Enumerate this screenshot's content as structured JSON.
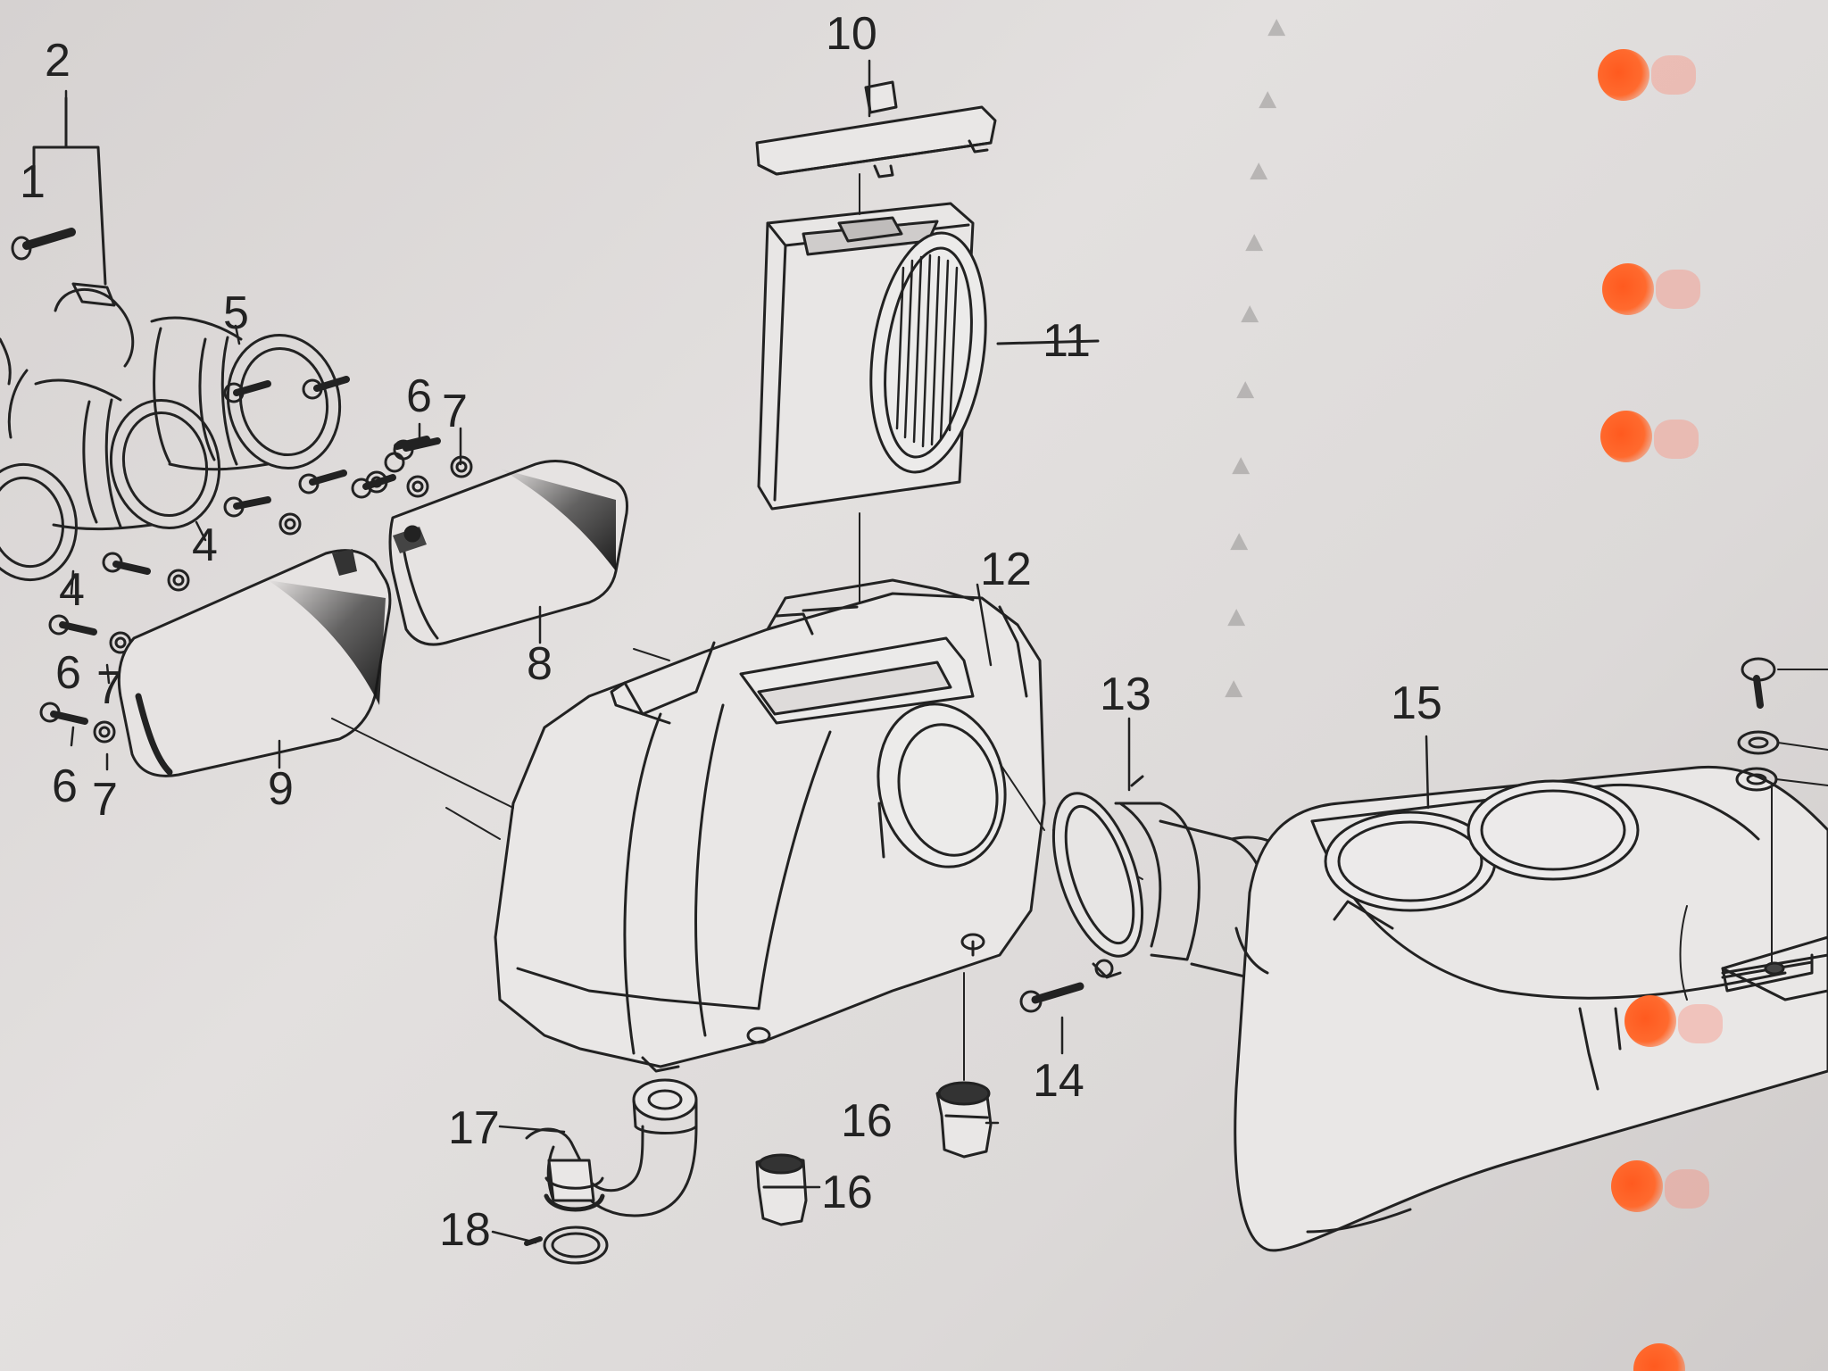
{
  "callouts": {
    "c1": "1",
    "c2": "2",
    "c4a": "4",
    "c4b": "4",
    "c5": "5",
    "c6a": "6",
    "c6b": "6",
    "c6c": "6",
    "c7a": "7",
    "c7b": "7",
    "c7c": "7",
    "c8": "8",
    "c9": "9",
    "c10": "10",
    "c11": "11",
    "c12": "12",
    "c13": "13",
    "c14": "14",
    "c15": "15",
    "c16a": "16",
    "c16b": "16",
    "c17": "17",
    "c18": "18"
  },
  "colors": {
    "paper": "#dcd9d8",
    "ink": "#222222",
    "highlight": "#ff5a1f"
  }
}
